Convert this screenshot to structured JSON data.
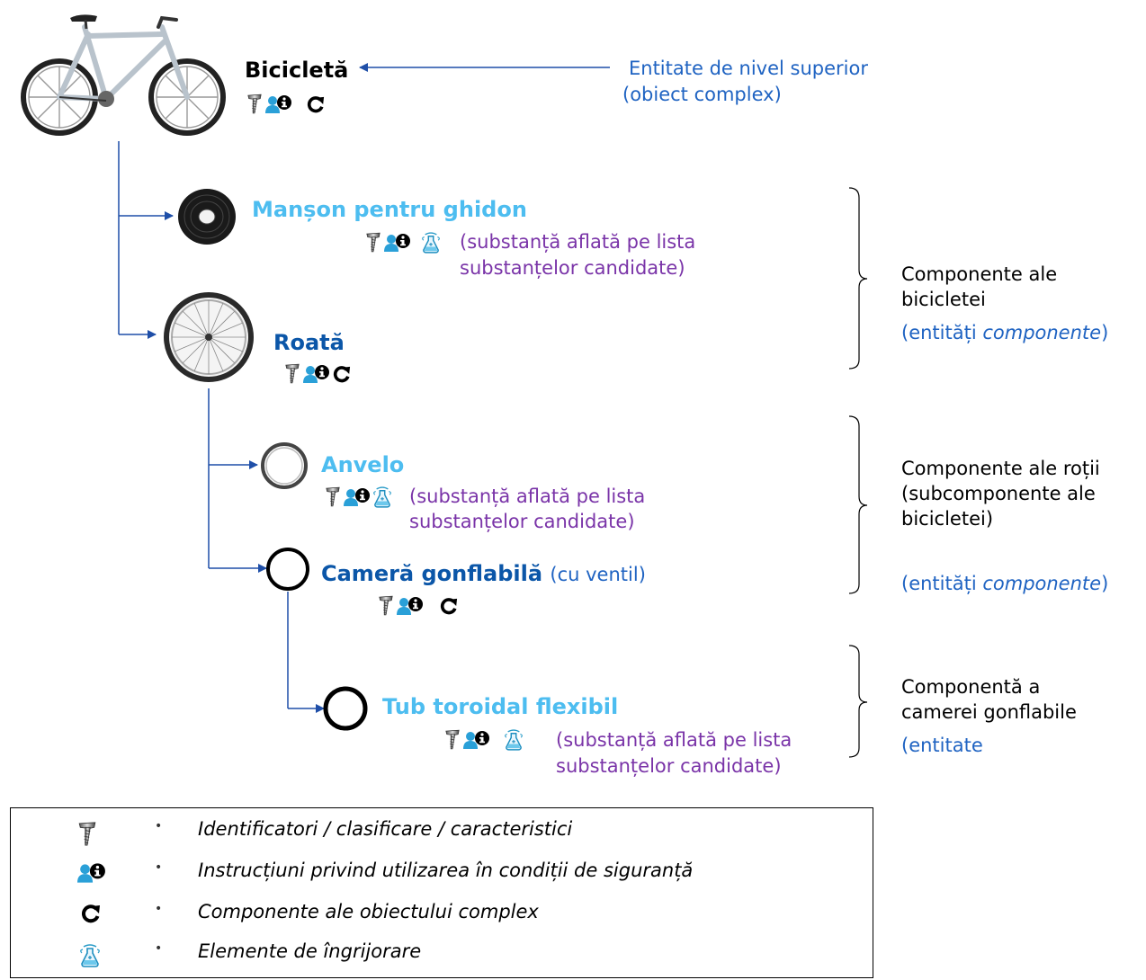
{
  "nodes": {
    "bicycle": {
      "title": "Bicicletă"
    },
    "grip": {
      "title": "Manșon pentru ghidon",
      "note_line1": "(substanță aflată pe lista",
      "note_line2": "substanțelor candidate)"
    },
    "wheel": {
      "title": "Roată"
    },
    "tyre": {
      "title": "Anvelo",
      "note_line1": "(substanță aflată pe lista",
      "note_line2": "substanțelor candidate)"
    },
    "tube": {
      "title": "Cameră gonflabilă",
      "suffix": "(cu ventil)"
    },
    "toroid": {
      "title": "Tub toroidal flexibil",
      "note_line1": "(substanță aflată pe lista",
      "note_line2": "substanțelor candidate)"
    }
  },
  "top_annotation": {
    "line1": "Entitate de nivel superior",
    "line2": "(obiect complex)"
  },
  "groups": [
    {
      "lines": [
        "Componente ale",
        "bicicletei"
      ],
      "note_prefix": "(entități ",
      "note_italic": "componente",
      "note_suffix": ")"
    },
    {
      "lines": [
        "Componente ale roții",
        "(subcomponente ale",
        "bicicletei)"
      ],
      "note_prefix": "(entități ",
      "note_italic": "componente",
      "note_suffix": ")"
    },
    {
      "lines": [
        "Componentă a",
        "camerei gonflabile"
      ],
      "note_prefix": "(entitate",
      "note_italic": "",
      "note_suffix": ""
    }
  ],
  "legend": [
    {
      "icon": "screw-icon",
      "text": "Identificatori / clasificare / caracteristici"
    },
    {
      "icon": "user-info-icon",
      "text": "Instrucțiuni privind utilizarea în condiții de siguranță"
    },
    {
      "icon": "refresh-icon",
      "text": "Componente ale obiectului complex"
    },
    {
      "icon": "flask-icon",
      "text": "Elemente de îngrijorare"
    }
  ],
  "legend_bullet": "•",
  "colors": {
    "connector": "#1f4fa8",
    "dark_title": "#0b56a8",
    "light_title": "#4dbdf0",
    "note_purple": "#7a34a8",
    "note_blue": "#1f63c2"
  }
}
